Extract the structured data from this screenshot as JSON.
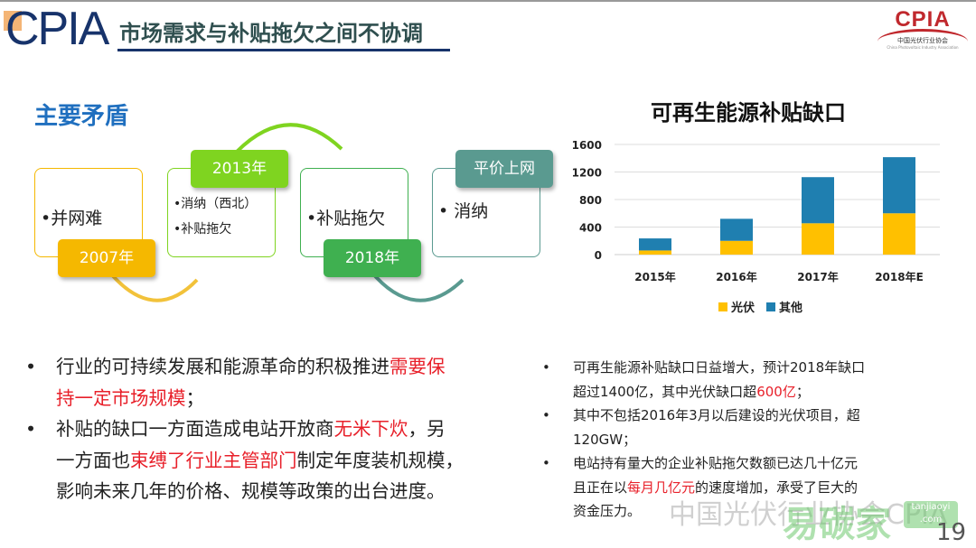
{
  "header": {
    "logo": "CPIA",
    "title": "市场需求与补贴拖欠之间不协调",
    "brand_logo": "CPIA",
    "brand_name": "中国光伏行业协会",
    "brand_en": "China Photovoltaic Industry Association"
  },
  "section_title": "主要矛盾",
  "timeline": [
    {
      "year": "2007年",
      "items": [
        "•并网难"
      ],
      "color": "#f5b800"
    },
    {
      "year": "2013年",
      "items": [
        "•消纳（西北）",
        "•补贴拖欠"
      ],
      "color": "#7fd420"
    },
    {
      "year": "2018年",
      "items": [
        "•补贴拖欠"
      ],
      "color": "#3fb050"
    },
    {
      "year": "平价上网",
      "items": [
        "• 消纳"
      ],
      "color": "#5a9a90"
    }
  ],
  "chart_data": {
    "type": "bar",
    "stacked": true,
    "title": "可再生能源补贴缺口",
    "categories": [
      "2015年",
      "2016年",
      "2017年",
      "2018年E"
    ],
    "series": [
      {
        "name": "光伏",
        "color": "#ffc000",
        "values": [
          60,
          200,
          455,
          600
        ]
      },
      {
        "name": "其他",
        "color": "#1f7fb0",
        "values": [
          175,
          320,
          670,
          815
        ]
      }
    ],
    "yticks": [
      "0",
      "400",
      "800",
      "1200",
      "1600"
    ],
    "ylim": [
      0,
      1600
    ],
    "grid": true,
    "legend": "bottom"
  },
  "left_bullets": [
    {
      "lines": [
        [
          {
            "t": "行业的可持续发展和能源革命的积极推进"
          },
          {
            "t": "需要保",
            "red": true
          }
        ],
        [
          {
            "t": "持一定市场规模",
            "red": true
          },
          {
            "t": "；"
          }
        ]
      ]
    },
    {
      "lines": [
        [
          {
            "t": "补贴的缺口一方面造成电站开放商"
          },
          {
            "t": "无米下炊",
            "red": true
          },
          {
            "t": "，另"
          }
        ],
        [
          {
            "t": "一方面也"
          },
          {
            "t": "束缚了行业主管部门",
            "red": true
          },
          {
            "t": "制定年度装机规模，"
          }
        ],
        [
          {
            "t": "影响未来几年的价格、规模等政策的出台进度。"
          }
        ]
      ]
    }
  ],
  "right_bullets": [
    {
      "lines": [
        [
          {
            "t": "可再生能源补贴缺口日益增大，预计2018年缺口"
          }
        ],
        [
          {
            "t": "超过1400亿，其中光伏缺口超"
          },
          {
            "t": "600亿",
            "red": true
          },
          {
            "t": "；"
          }
        ]
      ]
    },
    {
      "lines": [
        [
          {
            "t": "其中不包括2016年3月以后建设的光伏项目，超"
          }
        ],
        [
          {
            "t": "120GW；"
          }
        ]
      ]
    },
    {
      "lines": [
        [
          {
            "t": "电站持有量大的企业补贴拖欠数额已达几十亿元"
          }
        ],
        [
          {
            "t": "且正在以"
          },
          {
            "t": "每月几亿元",
            "red": true
          },
          {
            "t": "的速度增加，承受了巨大的"
          }
        ],
        [
          {
            "t": "资金压力。"
          }
        ]
      ]
    }
  ],
  "bullet": "•",
  "watermark": {
    "text": "中国光伏行业协会CPIA",
    "site": "易碳家",
    "site_en": "tanjiaoyi .com"
  },
  "page_number": "19"
}
